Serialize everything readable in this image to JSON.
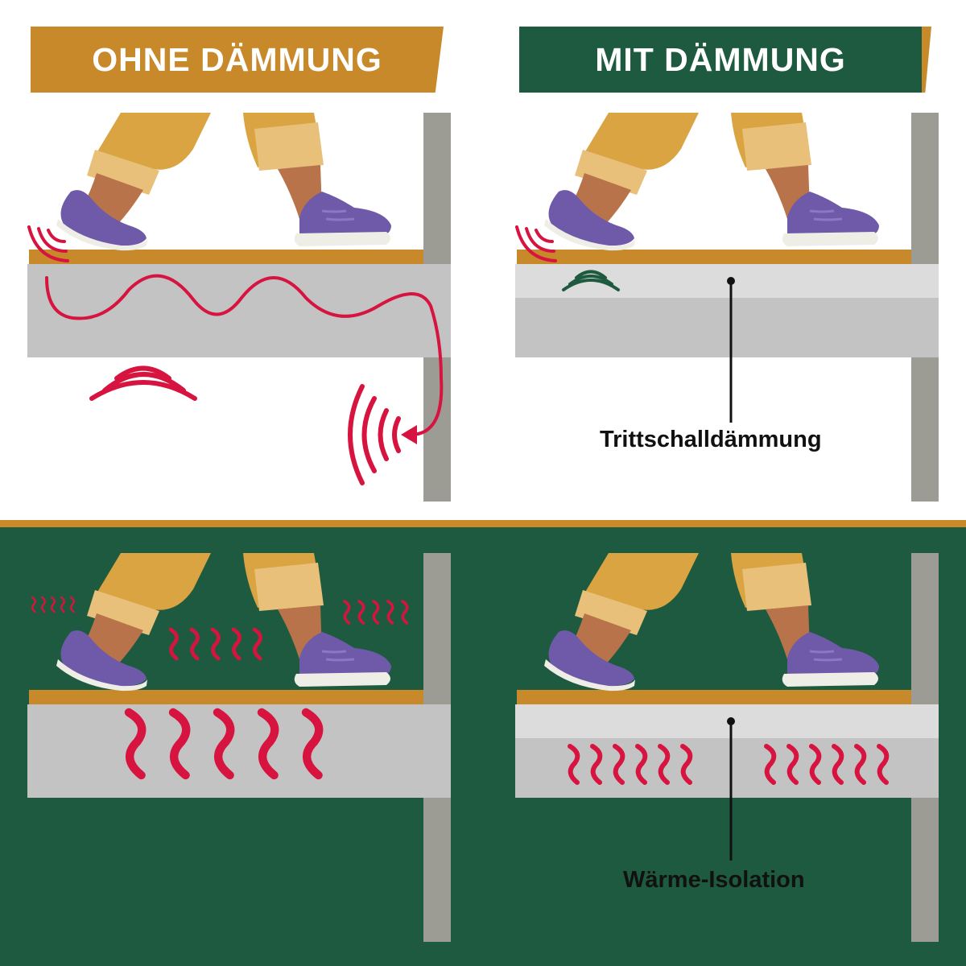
{
  "banners": {
    "without": "OHNE DÄMMUNG",
    "with": "MIT DÄMMUNG"
  },
  "labels": {
    "impact_insulation": "Trittschalldämmung",
    "thermal_insulation": "Wärme-Isolation"
  },
  "colors": {
    "orange": "#c8892b",
    "green": "#1e5a3f",
    "red": "#d7143f",
    "concrete": "#c3c3c3",
    "insulation": "#dcdcdc",
    "wall": "#9c9c94",
    "shoe": "#6e5aa8",
    "pants": "#d9a441",
    "skin": "#b8734a"
  },
  "icons": [
    "sound-wave-icon",
    "heat-wave-icon",
    "sneaker-icon"
  ]
}
